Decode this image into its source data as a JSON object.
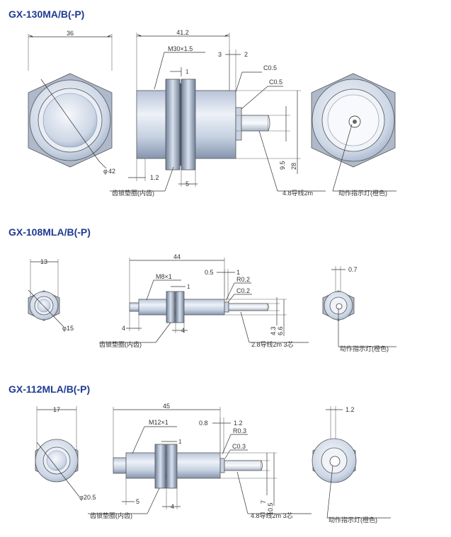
{
  "sections": [
    {
      "title": "GX-130MA/B(-P)",
      "front": {
        "width": "36",
        "dia": "42"
      },
      "side": {
        "length": "41.2",
        "thread": "M30×1.5",
        "nut_thk": "1",
        "d3": "3",
        "d2": "2",
        "c1": "C0.5",
        "c2": "C0.5",
        "d12": "1.2",
        "d5": "5",
        "dia1": "9.5",
        "dia2": "28",
        "washer": "齿锁垫圈(内齿)",
        "cable": "4.8导线2m"
      },
      "rear": {
        "indicator": "动作指示灯(橙色)"
      }
    },
    {
      "title": "GX-108MLA/B(-P)",
      "front": {
        "width": "13",
        "dia": "15"
      },
      "side": {
        "length": "44",
        "thread": "M8×1",
        "nut_thk": "1",
        "d05": "0.5",
        "d1": "1",
        "r": "R0.2",
        "c": "C0.2",
        "d4a": "4",
        "d4b": "4",
        "dia1": "4.3",
        "dia2": "6.6",
        "washer": "齿锁垫圈(内齿)",
        "cable": "2.8导线2m 3芯"
      },
      "rear": {
        "width": "0.7",
        "indicator": "动作指示灯(橙色)"
      }
    },
    {
      "title": "GX-112MLA/B(-P)",
      "front": {
        "width": "17",
        "dia": "20.5"
      },
      "side": {
        "length": "45",
        "thread": "M12×1",
        "nut_thk": "1",
        "d08": "0.8",
        "d12": "1.2",
        "r": "R0.3",
        "c": "C0.3",
        "d5": "5",
        "d4": "4",
        "dia1": "7",
        "dia2": "10.5",
        "washer": "齿锁垫圈(内齿)",
        "cable": "4.8导线2m 3芯"
      },
      "rear": {
        "width": "1.2",
        "indicator": "动作指示灯(橙色)"
      }
    }
  ]
}
